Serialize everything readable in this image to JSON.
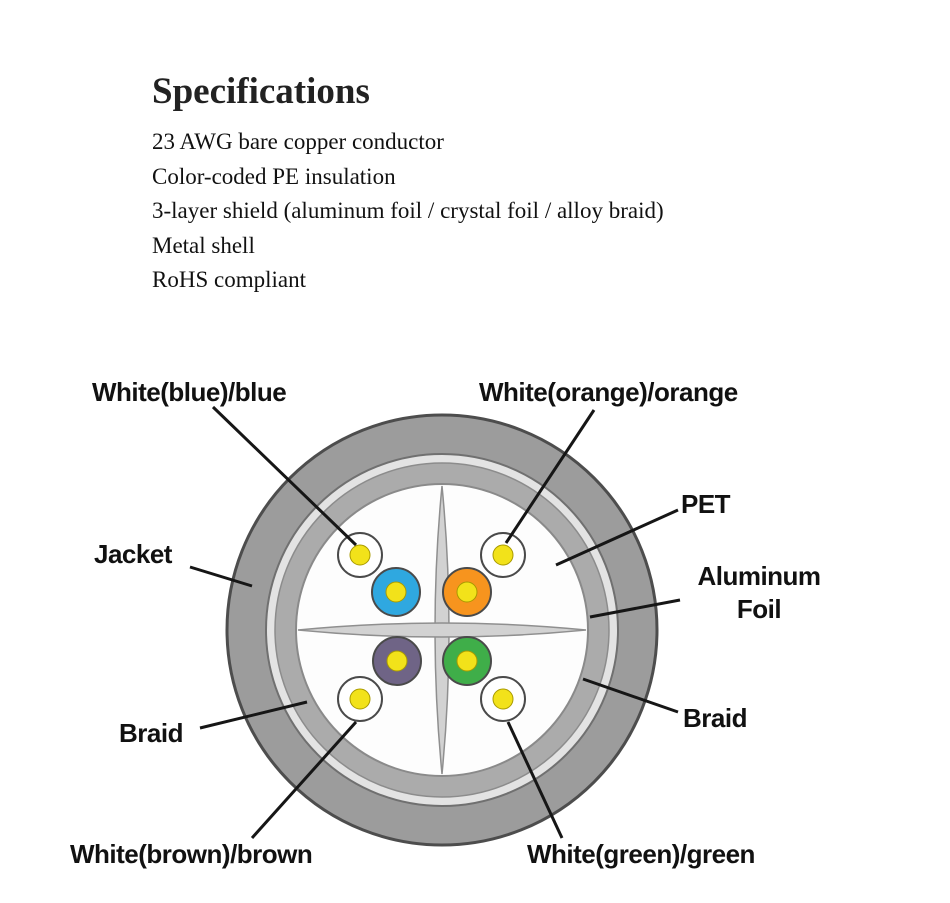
{
  "specifications": {
    "title": "Specifications",
    "lines": [
      "23 AWG bare copper conductor",
      "Color-coded PE insulation",
      "3-layer shield (aluminum foil / crystal foil / alloy braid)",
      "Metal shell",
      "RoHS compliant"
    ]
  },
  "diagram": {
    "labels": {
      "white_blue": "White(blue)/blue",
      "white_orange": "White(orange)/orange",
      "pet": "PET",
      "jacket": "Jacket",
      "aluminum_line1": "Aluminum",
      "aluminum_line2": "Foil",
      "braid_left": "Braid",
      "braid_right": "Braid",
      "white_brown": "White(brown)/brown",
      "white_green": "White(green)/green"
    },
    "colors": {
      "jacket_gray": "#9c9c9c",
      "braid_light": "#e3e3e3",
      "foil_gray": "#ababab",
      "inner_white": "#fdfdfd",
      "cross_gray": "#d2d2d2",
      "wire_blue": "#2fa8e0",
      "wire_orange": "#f7941e",
      "wire_purple": "#6f6486",
      "wire_green": "#3fae49",
      "wire_white": "#ffffff",
      "core_yellow": "#f2e21a"
    }
  }
}
